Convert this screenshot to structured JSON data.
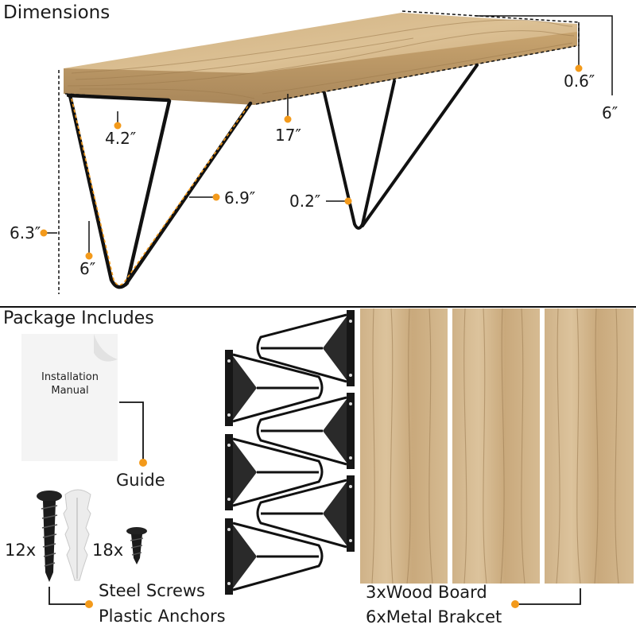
{
  "sections": {
    "dimensions_title": "Dimensions",
    "package_title": "Package Includes"
  },
  "dimensions": {
    "thickness": "0.6″",
    "depth_right": "6″",
    "bracket_top": "4.2″",
    "length": "17″",
    "diagonal": "6.9″",
    "rod": "0.2″",
    "height": "6.3″",
    "bracket_side": "6″"
  },
  "manual": {
    "line1": "Installation",
    "line2": "Manual",
    "label": "Guide"
  },
  "hardware": {
    "screws_qty": "12x",
    "small_screws_qty": "18x",
    "screws_label": "Steel Screws",
    "anchors_label": "Plastic Anchors"
  },
  "boards": {
    "boards_qty": "3x",
    "boards_label": "Wood Board",
    "brackets_qty": "6x",
    "brackets_label": "Metal Brakcet"
  },
  "colors": {
    "accent": "#f39a1b",
    "wood_light": "#d8bb8d",
    "wood_dark": "#a8875a",
    "metal": "#111111"
  },
  "icons": [
    "shelf-illustration",
    "bracket-icon",
    "screw-icon",
    "anchor-icon",
    "manual-icon"
  ]
}
